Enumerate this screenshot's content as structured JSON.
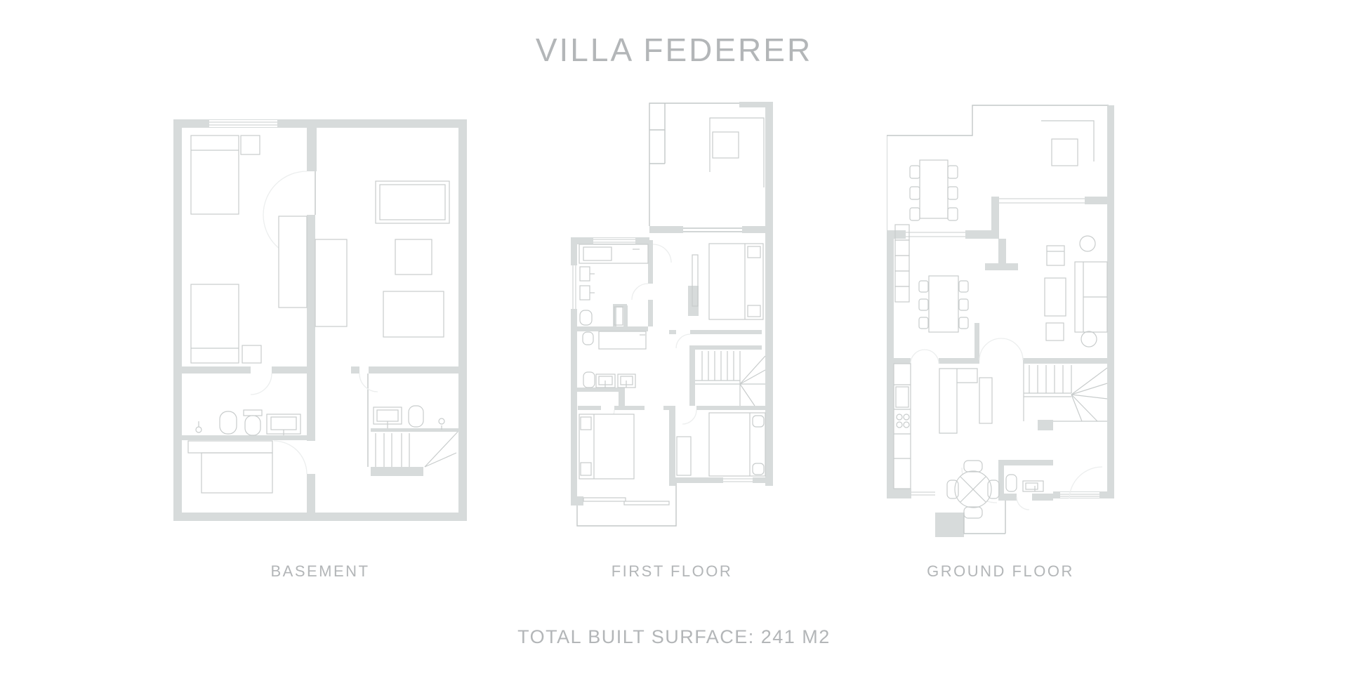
{
  "page": {
    "title": "VILLA FEDERER",
    "footer": "TOTAL BUILT SURFACE: 241 M2"
  },
  "plans": [
    {
      "id": "basement",
      "label": "BASEMENT"
    },
    {
      "id": "first-floor",
      "label": "FIRST FLOOR"
    },
    {
      "id": "ground-floor",
      "label": "GROUND FLOOR"
    }
  ],
  "colors": {
    "wall": "#d7dbdb",
    "line": "#c3c8c8",
    "furniture": "#c8cccc",
    "arc": "#eceeee",
    "text": "#b3b6b8",
    "background": "#ffffff"
  }
}
